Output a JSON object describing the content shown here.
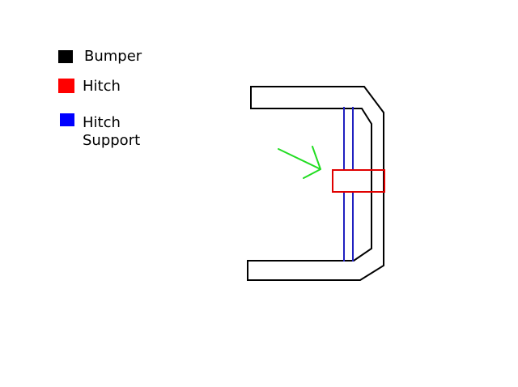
{
  "legend": [
    {
      "label": "Bumper",
      "color": "#000000"
    },
    {
      "label": "Hitch",
      "color": "#ff0000"
    },
    {
      "label": "Hitch",
      "label2": "Support",
      "color": "#0000ff"
    }
  ],
  "colors": {
    "bumper": "#000000",
    "hitch": "#e00000",
    "support": "#2020c0",
    "arrow": "#22dd22"
  }
}
